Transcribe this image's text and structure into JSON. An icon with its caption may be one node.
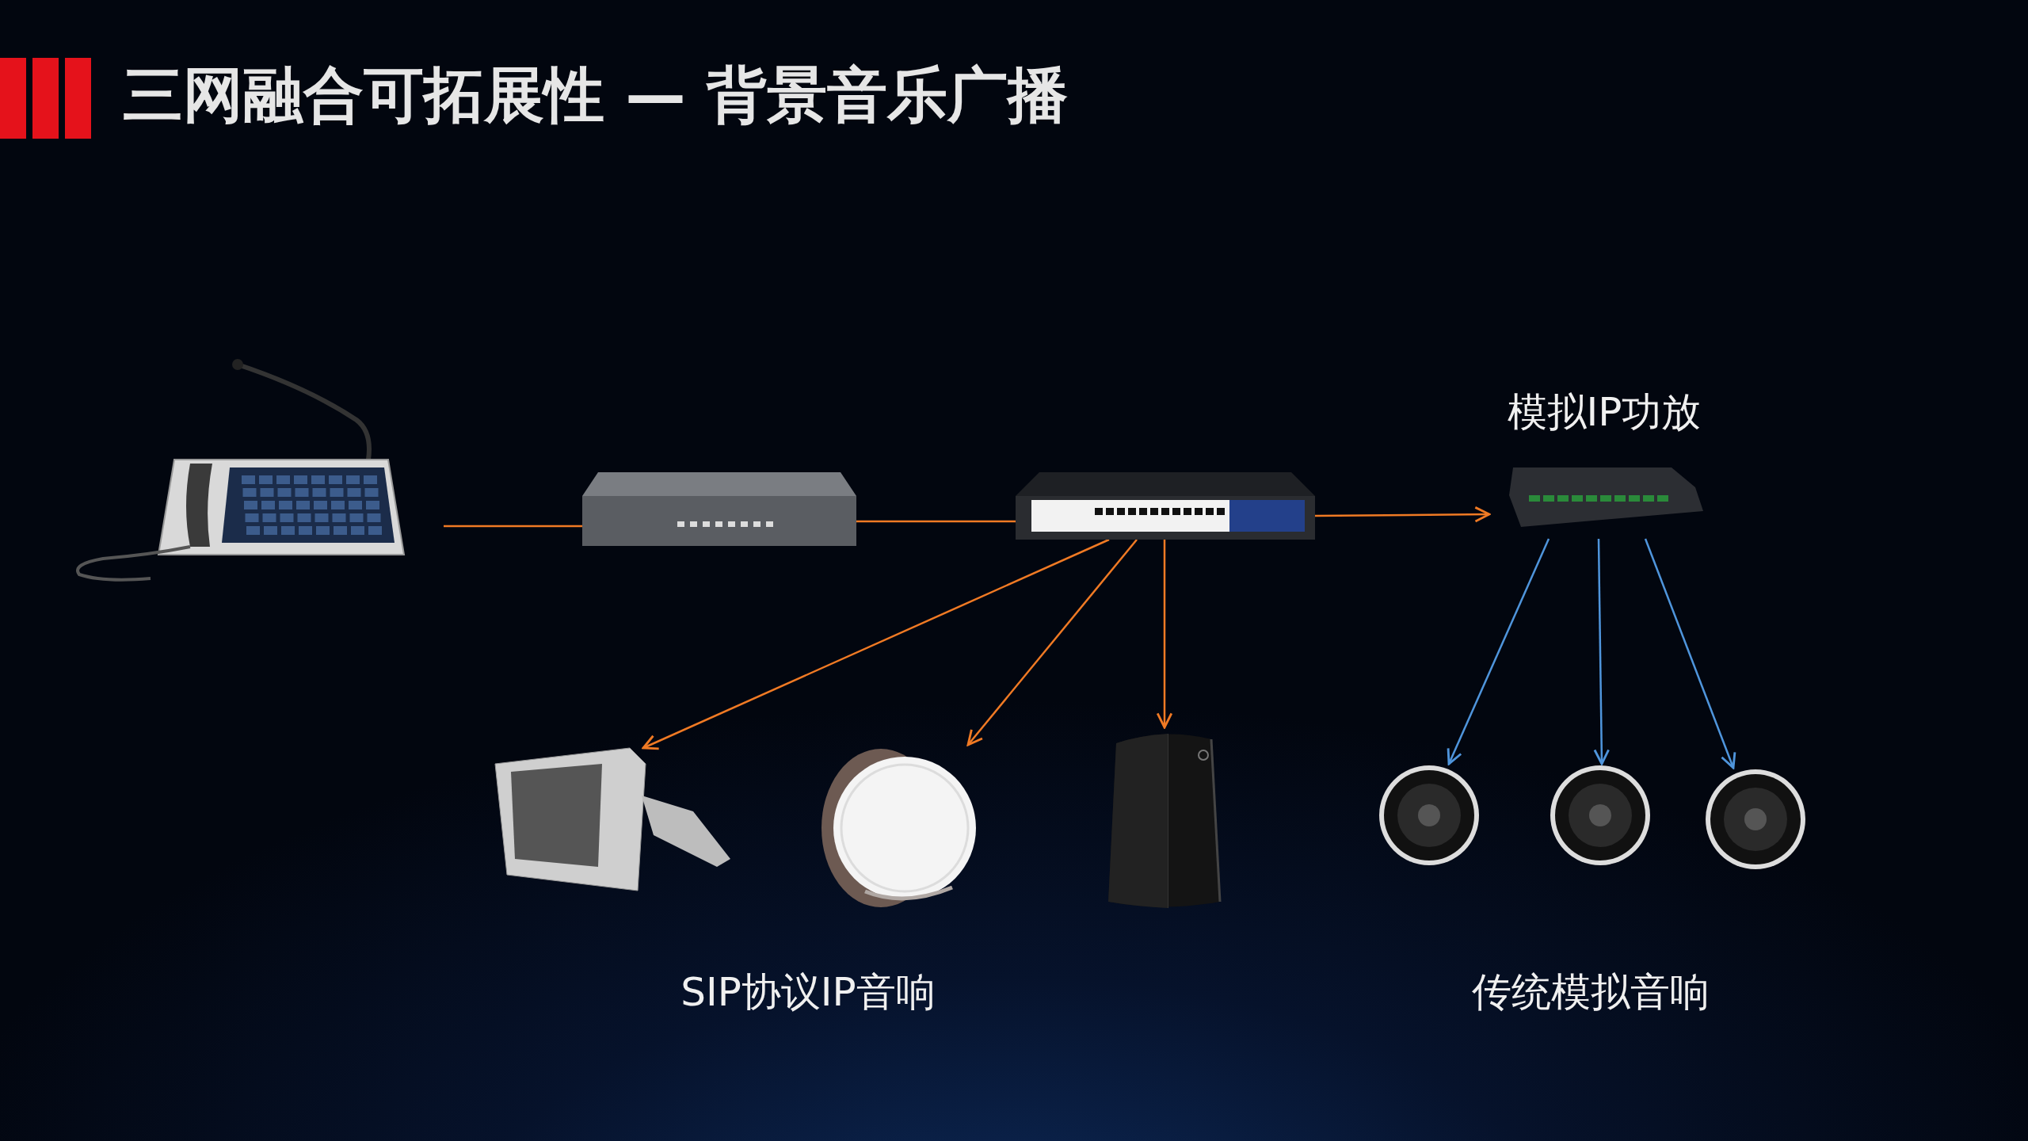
{
  "diagram": {
    "title": "三网融合可拓展性 — 背景音乐广播",
    "nodes": [
      {
        "text": [],
        "shape": "picture"
      },
      {
        "text": [],
        "shape": "picture"
      },
      {
        "text": [],
        "shape": "picture"
      },
      {
        "text": [
          "模拟IP功放"
        ]
      },
      {
        "text": [],
        "shape": "picture"
      },
      {
        "text": [],
        "shape": "picture"
      },
      {
        "text": [],
        "shape": "picture"
      },
      {
        "text": [],
        "shape": "picture"
      },
      {
        "text": [],
        "shape": "picture"
      },
      {
        "text": [],
        "shape": "picture"
      }
    ],
    "edges": [
      {
        "from": 0,
        "to": 1,
        "arrow": "none"
      },
      {
        "from": 1,
        "to": 2,
        "arrow": "none"
      },
      {
        "from": 2,
        "to": 3,
        "arrow": "to"
      },
      {
        "from": 2,
        "to": 4,
        "arrow": "to"
      },
      {
        "from": 2,
        "to": 5,
        "arrow": "to"
      },
      {
        "from": 2,
        "to": 6,
        "arrow": "to"
      },
      {
        "from": 3,
        "to": 7,
        "arrow": "to",
        "color": "#4f95dc"
      },
      {
        "from": 3,
        "to": 8,
        "arrow": "to",
        "color": "#4f95dc"
      },
      {
        "from": 3,
        "to": 9,
        "arrow": "to",
        "color": "#4f95dc"
      }
    ],
    "labels": [
      "SIP协议IP音响",
      "传统模拟音响"
    ]
  }
}
